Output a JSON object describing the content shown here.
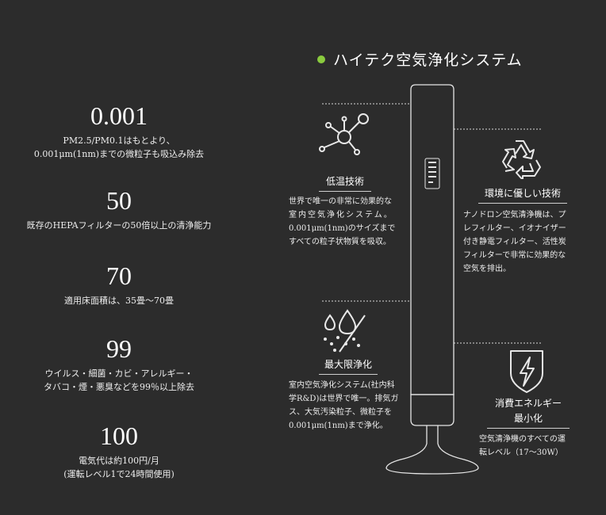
{
  "title": "ハイテク空気浄化システム",
  "accent_color": "#8acb3e",
  "stats": [
    {
      "value": "0.001",
      "lines": [
        "PM2.5/PM0.1はもとより、",
        "0.001μm(1nm)までの微粒子も吸込み除去"
      ]
    },
    {
      "value": "50",
      "lines": [
        "既存のHEPAフィルターの50倍以上の清浄能力"
      ]
    },
    {
      "value": "70",
      "lines": [
        "適用床面積は、35畳〜70畳"
      ]
    },
    {
      "value": "99",
      "lines": [
        "ウイルス・細菌・カビ・アレルギー・",
        "タバコ・煙・悪臭などを99％以上除去"
      ]
    },
    {
      "value": "100",
      "lines": [
        "電気代は約100円/月",
        "(運転レベル1で24時間使用)"
      ]
    }
  ],
  "features": {
    "low_temp": {
      "title": "低温技術",
      "icon": "molecule-icon",
      "lines": [
        "世界で唯一の非常に効果的な",
        "室内空気浄化システム。",
        "0.001μm(1nm)のサイズまで",
        "すべての粒子状物質を吸収。"
      ]
    },
    "eco": {
      "title": "環境に優しい技術",
      "icon": "recycle-icon",
      "lines": [
        "ナノドロン空気清浄機は、プ",
        "レフィルター、イオナイザー",
        "付き静電フィルター、活性炭",
        "フィルターで非常に効果的な",
        "空気を排出。"
      ]
    },
    "purify": {
      "title": "最大限浄化",
      "icon": "droplet-slash-icon",
      "lines": [
        "室内空気浄化システム(社内科",
        "学R&D)は世界で唯一。排気ガ",
        "ス、大気汚染粒子、微粒子を",
        "0.001μm(1nm)まで浄化。"
      ]
    },
    "energy": {
      "title_lines": [
        "消費エネルギー",
        "最小化"
      ],
      "icon": "energy-shield-icon",
      "lines": [
        "空気清浄機のすべての運",
        "転レベル（17〜30W）"
      ]
    }
  }
}
